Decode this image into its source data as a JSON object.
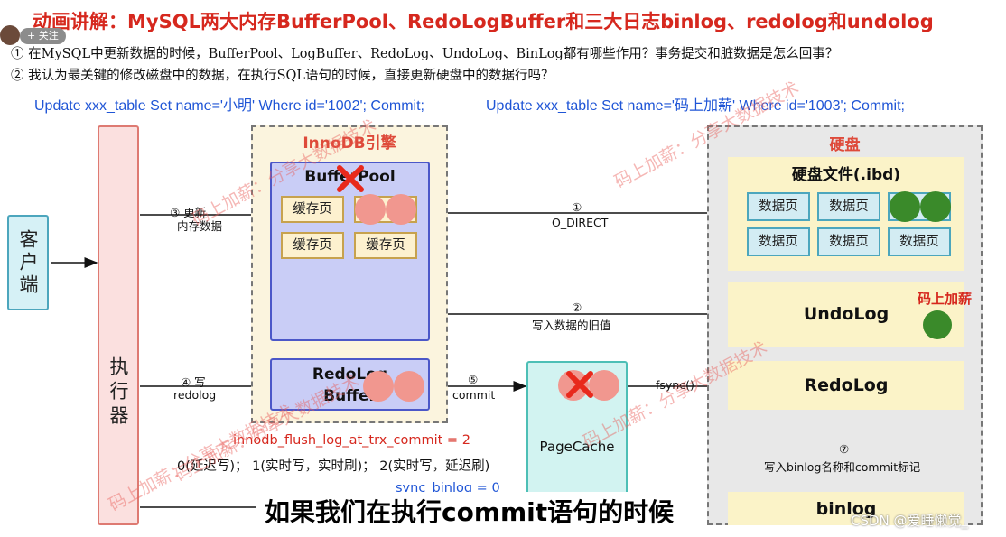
{
  "header": {
    "title": "动画讲解：MySQL两大内存BufferPool、RedoLogBuffer和三大日志binlog、redolog和undolog",
    "follow_label": "+ 关注"
  },
  "questions": [
    "①  在MySQL中更新数据的时候，BufferPool、LogBuffer、RedoLog、UndoLog、BinLog都有哪些作用？事务提交和脏数据是怎么回事？",
    "②  我认为最关键的修改磁盘中的数据，在执行SQL语句的时候，直接更新硬盘中的数据行吗？"
  ],
  "sql": [
    "Update xxx_table Set name='小明' Where id='1002';  Commit;",
    "Update xxx_table Set name='码上加薪' Where id='1003';  Commit;"
  ],
  "diagram": {
    "client": "客户端",
    "executor": "执行器",
    "innodb_title": "InnoDB引擎",
    "bufferpool_title": "BufferPool",
    "cache_page": "缓存页",
    "redolog_buffer_line1": "RedoLog",
    "redolog_buffer_line2": "Buffer",
    "pagecache": "PageCache",
    "disk_title": "硬盘",
    "disk_file_title": "硬盘文件(.ibd)",
    "data_page": "数据页",
    "undolog": "UndoLog",
    "redolog": "RedoLog",
    "binlog": "binlog",
    "step3_num": "③ 更新",
    "step3_text": "内存数据",
    "step4_num": "④ 写",
    "step4_text": "redolog",
    "step1_num": "①",
    "step1_text": "O_DIRECT",
    "step2_num": "②",
    "step2_text": "写入数据的旧值",
    "step5_num": "⑤",
    "step5_text": "commit",
    "fsync": "fsync()",
    "step7_num": "⑦",
    "step7_text": "写入binlog名称和commit标记",
    "flush_param": "innodb_flush_log_at_trx_commit = 2",
    "flush_options": "0(延迟写)；  1(实时写，实时刷)；  2(实时写，延迟刷)",
    "sync_binlog": "sync_binlog = 0",
    "watermark_red": "码上加薪",
    "watermark": "码上加薪：分享大数据技术"
  },
  "subtitle": "如果我们在执行commit语句的时候",
  "csdn": "CSDN @爱睡懒觉_",
  "colors": {
    "title": "#d6281e",
    "sql": "#1f55d6",
    "dirty_ball": "#f1978f",
    "disk_ball": "#3a8a2a",
    "cross": "#e8291c"
  }
}
